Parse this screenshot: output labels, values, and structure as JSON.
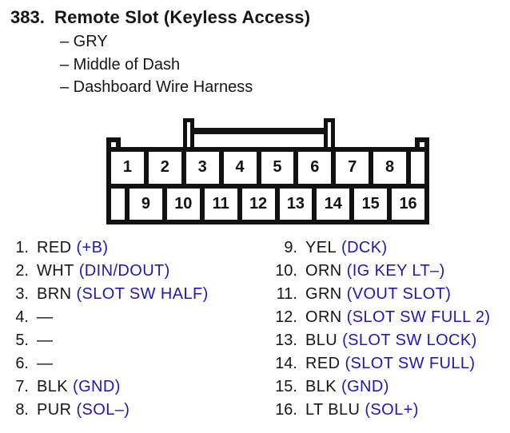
{
  "header": {
    "number": "383.",
    "title": "Remote Slot (Keyless Access)",
    "bullets": [
      "– GRY",
      "– Middle of Dash",
      "– Dashboard Wire Harness"
    ]
  },
  "connector": {
    "top_row": [
      "1",
      "2",
      "3",
      "4",
      "5",
      "6",
      "7",
      "8"
    ],
    "bottom_row": [
      "9",
      "10",
      "11",
      "12",
      "13",
      "14",
      "15",
      "16"
    ]
  },
  "pins": {
    "left": [
      {
        "num": "1.",
        "color": "RED",
        "func": "(+B)"
      },
      {
        "num": "2.",
        "color": "WHT",
        "func": "(DIN/DOUT)"
      },
      {
        "num": "3.",
        "color": "BRN",
        "func": "(SLOT SW HALF)"
      },
      {
        "num": "4.",
        "color": "—",
        "func": ""
      },
      {
        "num": "5.",
        "color": "—",
        "func": ""
      },
      {
        "num": "6.",
        "color": "—",
        "func": ""
      },
      {
        "num": "7.",
        "color": "BLK",
        "func": "(GND)"
      },
      {
        "num": "8.",
        "color": "PUR",
        "func": "(SOL–)"
      }
    ],
    "right": [
      {
        "num": "9.",
        "color": "YEL",
        "func": "(DCK)"
      },
      {
        "num": "10.",
        "color": "ORN",
        "func": "(IG KEY LT–)"
      },
      {
        "num": "11.",
        "color": "GRN",
        "func": "(VOUT SLOT)"
      },
      {
        "num": "12.",
        "color": "ORN",
        "func": "(SLOT SW FULL 2)"
      },
      {
        "num": "13.",
        "color": "BLU",
        "func": "(SLOT SW LOCK)"
      },
      {
        "num": "14.",
        "color": "RED",
        "func": "(SLOT SW FULL)"
      },
      {
        "num": "15.",
        "color": "BLK",
        "func": "(GND)"
      },
      {
        "num": "16.",
        "color": "LT BLU",
        "func": "(SOL+)"
      }
    ]
  },
  "colors": {
    "function_blue": "#2018b4",
    "text_black": "#161616"
  }
}
